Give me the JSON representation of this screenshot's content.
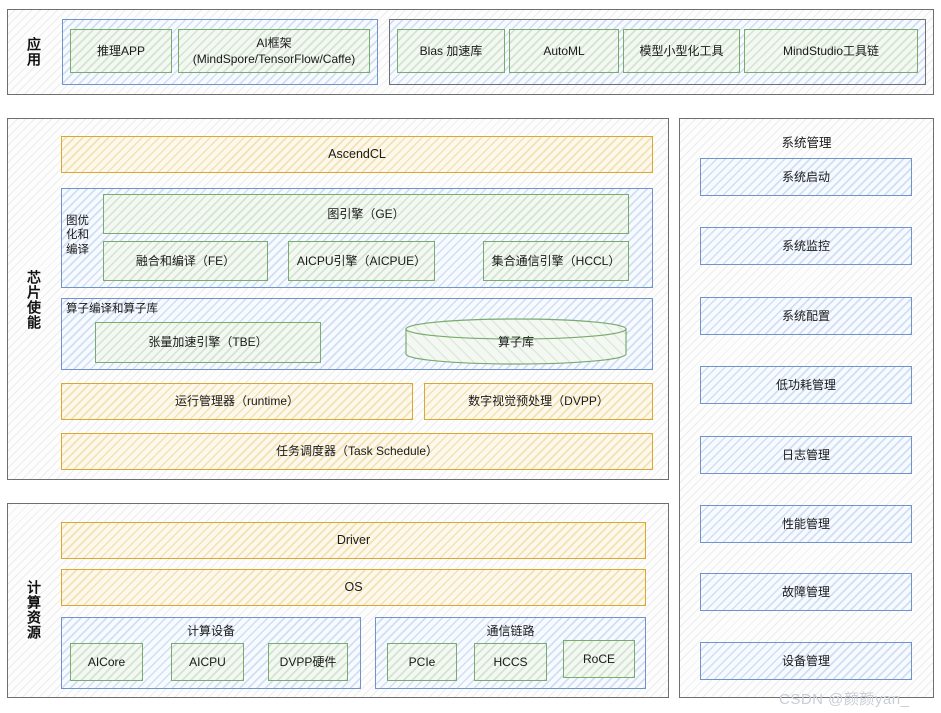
{
  "diagram": {
    "title": "Ascend AI software stack architecture",
    "watermark": "CSDN @颜颜yan_"
  },
  "colors": {
    "outer_border": "#6f6f6f",
    "blue_border": "#7094c9",
    "green_border": "#7aab6d",
    "yellow_border": "#d8a82f",
    "blue_fill": "#f7fafe",
    "green_fill": "#f3f8f2",
    "yellow_fill": "#fdf8ec",
    "grey_fill": "#fdfdfd"
  },
  "layers": {
    "application": {
      "label": "应用",
      "group_a": {
        "items": [
          {
            "label": "推理APP"
          },
          {
            "label": "AI框架\n(MindSpore/TensorFlow/Caffe)",
            "line1": "AI框架",
            "line2": "(MindSpore/TensorFlow/Caffe)"
          }
        ]
      },
      "group_b": {
        "items": [
          {
            "label": "Blas 加速库"
          },
          {
            "label": "AutoML"
          },
          {
            "label": "模型小型化工具"
          },
          {
            "label": "MindStudio工具链"
          }
        ]
      }
    },
    "chip_enablement": {
      "label": "芯片使能",
      "ascendcl": "AscendCL",
      "graph_group": {
        "side_label": "图优化和编译",
        "ge": "图引擎（GE）",
        "row": [
          {
            "label": "融合和编译（FE）"
          },
          {
            "label": "AICPU引擎（AICPUE）"
          },
          {
            "label": "集合通信引擎（HCCL）"
          }
        ]
      },
      "op_group": {
        "caption": "算子编译和算子库",
        "tbe": "张量加速引擎（TBE）",
        "oplib": "算子库"
      },
      "runtime": "运行管理器（runtime）",
      "dvpp": "数字视觉预处理（DVPP）",
      "task_schedule": "任务调度器（Task Schedule）"
    },
    "compute_resource": {
      "label": "计算资源",
      "driver": "Driver",
      "os": "OS",
      "compute_devices": {
        "caption": "计算设备",
        "items": [
          {
            "label": "AICore"
          },
          {
            "label": "AICPU"
          },
          {
            "label": "DVPP硬件"
          }
        ]
      },
      "comm_links": {
        "caption": "通信链路",
        "items": [
          {
            "label": "PCIe"
          },
          {
            "label": "HCCS"
          },
          {
            "label": "RoCE"
          }
        ]
      }
    },
    "system_management": {
      "caption": "系统管理",
      "items": [
        {
          "label": "系统启动"
        },
        {
          "label": "系统监控"
        },
        {
          "label": "系统配置"
        },
        {
          "label": "低功耗管理"
        },
        {
          "label": "日志管理"
        },
        {
          "label": "性能管理"
        },
        {
          "label": "故障管理"
        },
        {
          "label": "设备管理"
        }
      ]
    }
  }
}
